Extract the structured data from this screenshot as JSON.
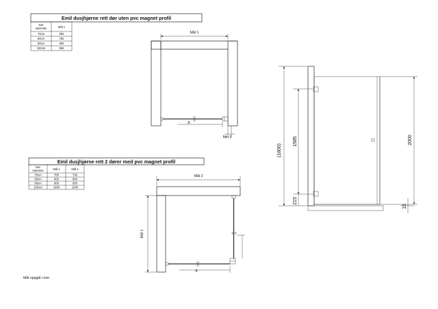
{
  "drawing_one": {
    "title": "Emil dusjhjørne rett dør uten pvc magnet profil",
    "table": {
      "headers": [
        "Dør størrelse",
        "Mål 1"
      ],
      "rows": [
        [
          "70cm",
          "692"
        ],
        [
          "80cm",
          "792"
        ],
        [
          "90cm",
          "892"
        ],
        [
          "100cm",
          "992"
        ]
      ]
    },
    "dim_top": "Mål 1",
    "dim_gap": "8",
    "dim_min": "Min 5"
  },
  "drawing_two": {
    "title": "Emil dusjhjørne rett 2 dører med pvc magnet profil",
    "table": {
      "headers": [
        "Dør størrelse",
        "Mål 1",
        "Mål 2"
      ],
      "rows": [
        [
          "70cm",
          "700",
          "700"
        ],
        [
          "80cm",
          "800",
          "800"
        ],
        [
          "90cm",
          "900",
          "900"
        ],
        [
          "100cm",
          "1000",
          "1000"
        ]
      ]
    },
    "dim_top": "Mål 2",
    "dim_side": "Mål 1",
    "dim_gap": "8"
  },
  "elevation": {
    "dim_total": "(1800)",
    "dim_hinge_span": "1585",
    "dim_bottom": "215",
    "dim_height": "2000",
    "dim_floor": "15"
  },
  "footer_note": "Mål oppgitt i mm"
}
